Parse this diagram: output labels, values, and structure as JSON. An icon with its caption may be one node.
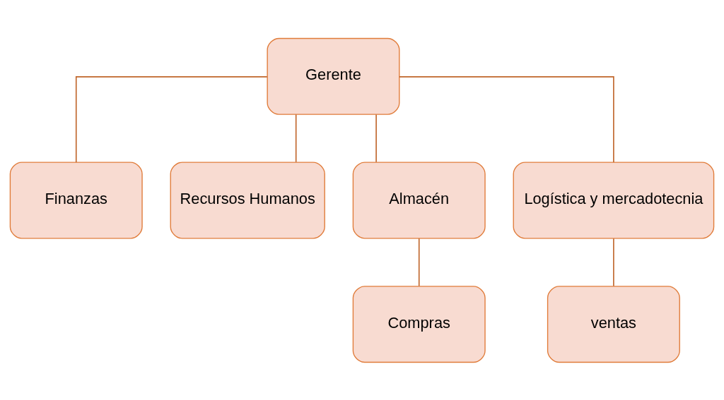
{
  "diagram": {
    "nodes": [
      {
        "text": [
          "Gerente"
        ]
      },
      {
        "text": [
          "Finanzas"
        ]
      },
      {
        "text": [
          "Recursos Humanos"
        ]
      },
      {
        "text": [
          "Almacén"
        ]
      },
      {
        "text": [
          "Logística y mercadotecnia"
        ]
      },
      {
        "text": [
          "Compras"
        ]
      },
      {
        "text": [
          "ventas"
        ]
      }
    ],
    "edges": [
      {
        "from": 0,
        "to": 1,
        "arrow": "none"
      },
      {
        "from": 0,
        "to": 2,
        "arrow": "none"
      },
      {
        "from": 0,
        "to": 3,
        "arrow": "none"
      },
      {
        "from": 0,
        "to": 4,
        "arrow": "none"
      },
      {
        "from": 3,
        "to": 5,
        "arrow": "none"
      },
      {
        "from": 4,
        "to": 6,
        "arrow": "none"
      }
    ]
  }
}
